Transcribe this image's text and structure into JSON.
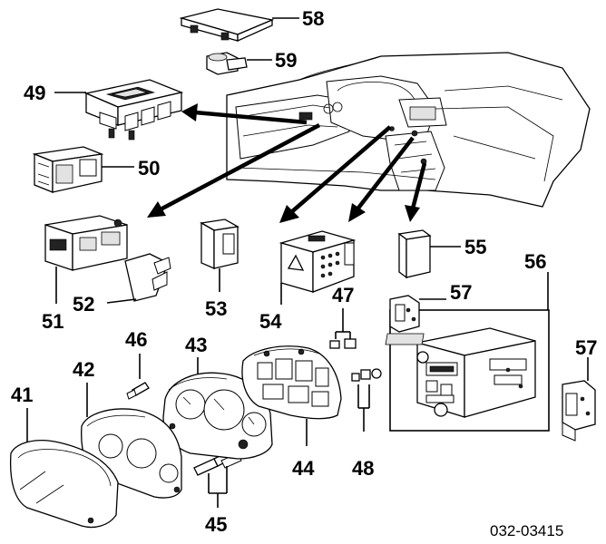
{
  "diagram": {
    "part_labels": {
      "p41": "41",
      "p42": "42",
      "p43": "43",
      "p44": "44",
      "p45": "45",
      "p46": "46",
      "p47": "47",
      "p48": "48",
      "p49": "49",
      "p50": "50",
      "p51": "51",
      "p52": "52",
      "p53": "53",
      "p54": "54",
      "p55": "55",
      "p56": "56",
      "p57a": "57",
      "p57b": "57",
      "p58": "58",
      "p59": "59"
    },
    "drawing_code": "032-03415"
  }
}
